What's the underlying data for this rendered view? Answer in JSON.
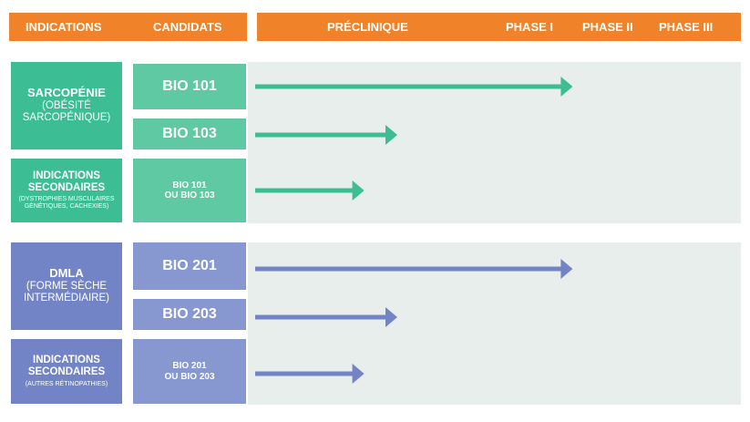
{
  "header": {
    "indications": "INDICATIONS",
    "candidats": "CANDIDATS",
    "preclinique": "PRÉCLINIQUE",
    "phase1": "PHASE I",
    "phase2": "PHASE II",
    "phase3": "PHASE III"
  },
  "sarcopenie": {
    "title": "SARCOPÉNIE",
    "subtitle_line1": "(OBÉSITÉ",
    "subtitle_line2": "SARCOPÉNIQUE)",
    "cand1": "BIO 101",
    "cand2": "BIO 103",
    "sec_line1": "INDICATIONS",
    "sec_line2": "SECONDAIRES",
    "sec_detail1": "(DYSTROPHIES MUSCULAIRES",
    "sec_detail2": "GÉNÉTIQUES, CACHEXIES)",
    "sec_cand_line1": "BIO 101",
    "sec_cand_line2": "OU BIO 103"
  },
  "dmla": {
    "title": "DMLA",
    "subtitle_line1": "(FORME SÈCHE",
    "subtitle_line2": "INTERMÉDIAIRE)",
    "cand1": "BIO 201",
    "cand2": "BIO 203",
    "sec_line1": "INDICATIONS",
    "sec_line2": "SECONDAIRES",
    "sec_detail1": "(AUTRES RÉTINOPATHIES)",
    "sec_cand_line1": "BIO 201",
    "sec_cand_line2": "OU BIO 203"
  },
  "pipeline": {
    "stages": [
      "PRÉCLINIQUE",
      "PHASE I",
      "PHASE II",
      "PHASE III"
    ],
    "rows": [
      {
        "candidate": "BIO 101",
        "group": "sarcopenie",
        "progress": 0.67
      },
      {
        "candidate": "BIO 103",
        "group": "sarcopenie",
        "progress": 0.3
      },
      {
        "candidate": "BIO 101 OU BIO 103",
        "group": "sarcopenie",
        "progress": 0.23
      },
      {
        "candidate": "BIO 201",
        "group": "dmla",
        "progress": 0.67
      },
      {
        "candidate": "BIO 203",
        "group": "dmla",
        "progress": 0.3
      },
      {
        "candidate": "BIO 201 OU BIO 203",
        "group": "dmla",
        "progress": 0.23
      }
    ]
  },
  "colors": {
    "header": "#f0832a",
    "green_arrow": "#3cbd93",
    "blue_arrow": "#7284c6",
    "panel": "#e8eeec"
  }
}
